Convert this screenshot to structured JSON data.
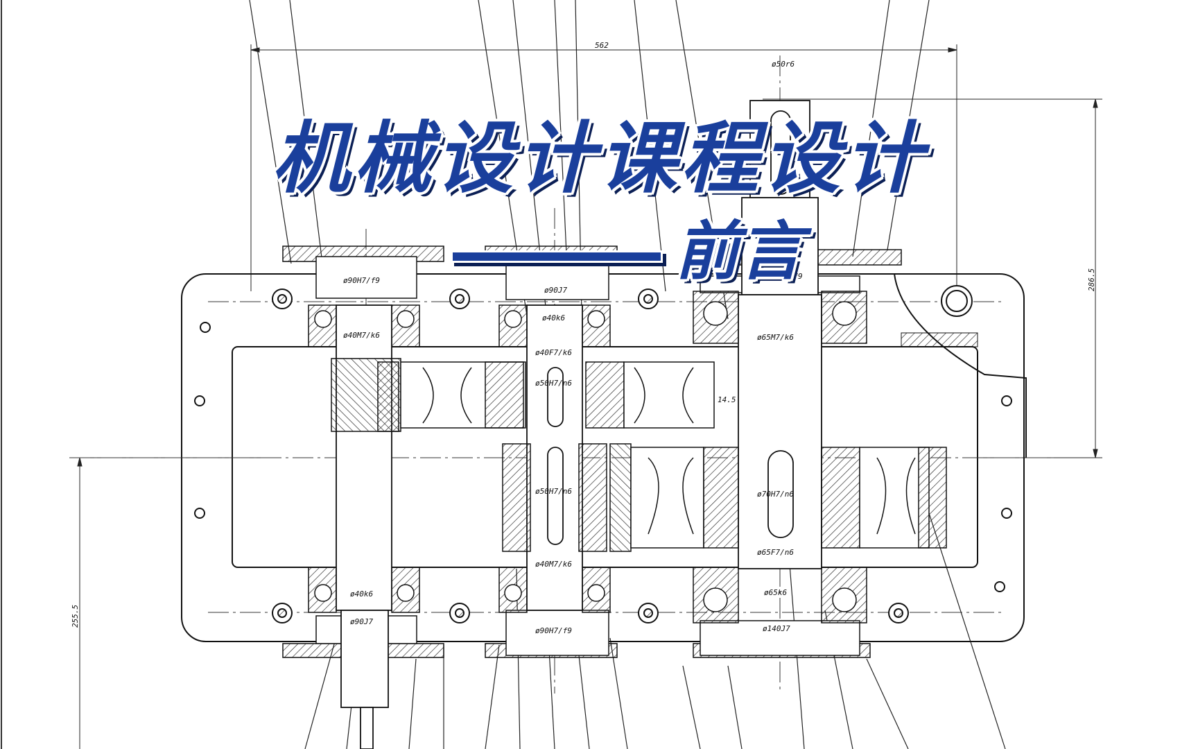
{
  "title": {
    "main": "机械设计课程设计",
    "sub": "前言",
    "color": "#1a3f9c"
  },
  "dimensions": {
    "overall_width": "562",
    "height_right": "286.5",
    "height_left": "255.5",
    "gap": "14.5",
    "output_shaft": "ø50r6",
    "left_top_bearing_cover": "ø90H7/f9",
    "left_top_bearing": "ø40M7/k6",
    "mid_top_cover": "ø90J7",
    "mid_shaft_top": "ø40k6",
    "mid_shaft_fit": "ø40F7/k6",
    "mid_gear_upper": "ø50H7/n6",
    "mid_gear_lower": "ø50H7/n6",
    "mid_shaft_bottom": "ø40M7/k6",
    "mid_bottom_cover": "ø90H7/f9",
    "right_top_cover": "ø140H7/f9",
    "right_bearing_top": "ø65M7/k6",
    "right_gear": "ø70H7/n6",
    "right_bearing_fit": "ø65F7/n6",
    "right_shaft_bottom": "ø65k6",
    "right_bottom_cover": "ø140J7",
    "left_shaft_bottom": "ø40k6",
    "left_bottom_cover": "ø90J7"
  }
}
